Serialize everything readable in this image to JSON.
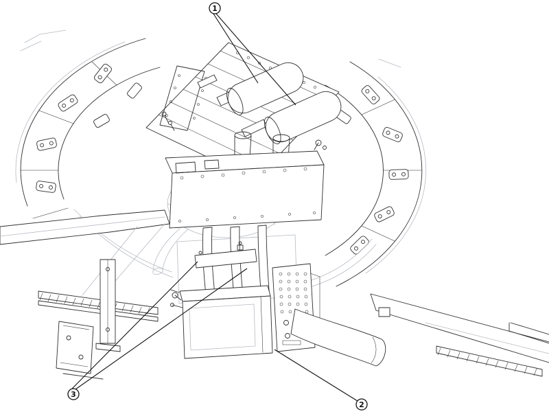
{
  "diagram": {
    "background": "#ffffff",
    "line_color": "#2e2e2e",
    "light_line_color": "#b6bac1",
    "callouts": [
      {
        "label": "1"
      },
      {
        "label": "2"
      },
      {
        "label": "3"
      }
    ]
  }
}
